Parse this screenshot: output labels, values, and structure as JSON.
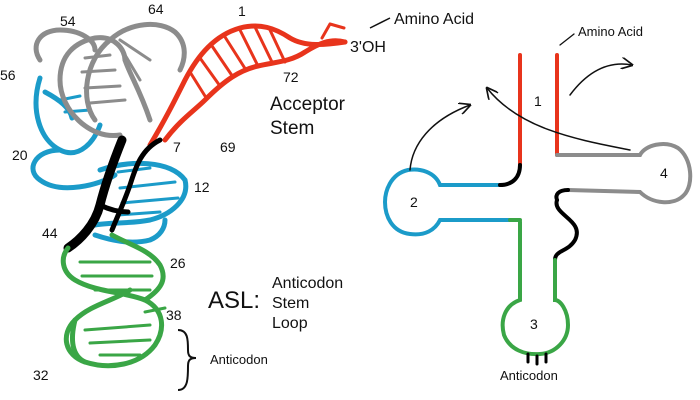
{
  "colors": {
    "acceptor": "#e8341c",
    "t_arm": "#8c8c8c",
    "d_arm": "#1b9bc9",
    "anticodon_arm": "#3aa646",
    "connector": "#000000"
  },
  "left_diagram": {
    "labels": {
      "n1": "1",
      "n54": "54",
      "n64": "64",
      "n56": "56",
      "n72": "72",
      "n20": "20",
      "n7": "7",
      "n69": "69",
      "n12": "12",
      "n44": "44",
      "n26": "26",
      "n38": "38",
      "n32": "32",
      "amino_acid": "Amino Acid",
      "three_oh": "3'OH",
      "acceptor_line1": "Acceptor",
      "acceptor_line2": "Stem",
      "asl": "ASL:",
      "asl_line1": "Anticodon",
      "asl_line2": "Stem",
      "asl_line3": "Loop",
      "anticodon": "Anticodon"
    }
  },
  "right_diagram": {
    "labels": {
      "amino_acid": "Amino Acid",
      "arm1": "1",
      "arm2": "2",
      "arm3": "3",
      "arm4": "4",
      "anticodon": "Anticodon"
    }
  }
}
